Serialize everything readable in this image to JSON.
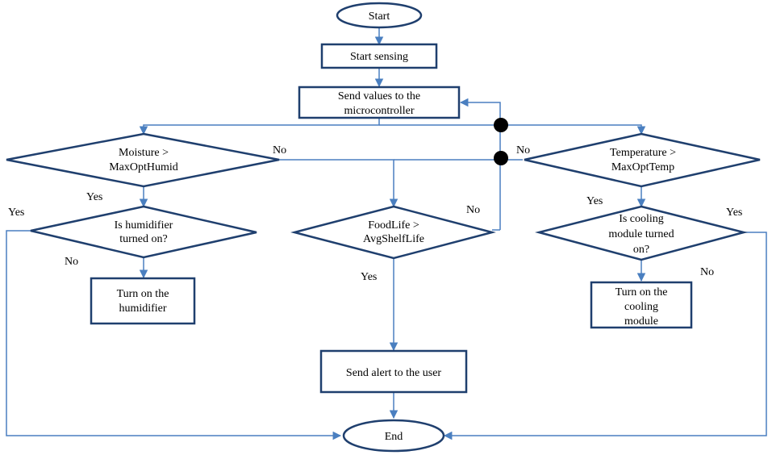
{
  "nodes": {
    "start": "Start",
    "start_sensing": "Start sensing",
    "send_values": [
      "Send values to the",
      "microcontroller"
    ],
    "moisture": [
      "Moisture  >",
      "MaxOptHumid"
    ],
    "humidifier_check": [
      "Is humidifier",
      "turned on?"
    ],
    "turn_on_humidifier": [
      "Turn on the",
      "humidifier"
    ],
    "foodlife": [
      "FoodLife  >",
      "AvgShelfLife"
    ],
    "send_alert": "Send alert to the user",
    "temperature": [
      "Temperature  >",
      "MaxOptTemp"
    ],
    "cooling_check": [
      "Is cooling",
      "module turned",
      "on?"
    ],
    "turn_on_cooling": [
      "Turn on the",
      "cooling",
      "module"
    ],
    "end": "End"
  },
  "edge_labels": {
    "moisture_yes": "Yes",
    "moisture_no": "No",
    "humidifier_yes": "Yes",
    "humidifier_no": "No",
    "foodlife_yes": "Yes",
    "foodlife_no": "No",
    "temperature_yes": "Yes",
    "temperature_no": "No",
    "cooling_yes": "Yes",
    "cooling_no": "No"
  },
  "colors": {
    "shape_stroke": "#1f3f6e",
    "connector": "#4a7fc0",
    "junction": "#000000"
  }
}
